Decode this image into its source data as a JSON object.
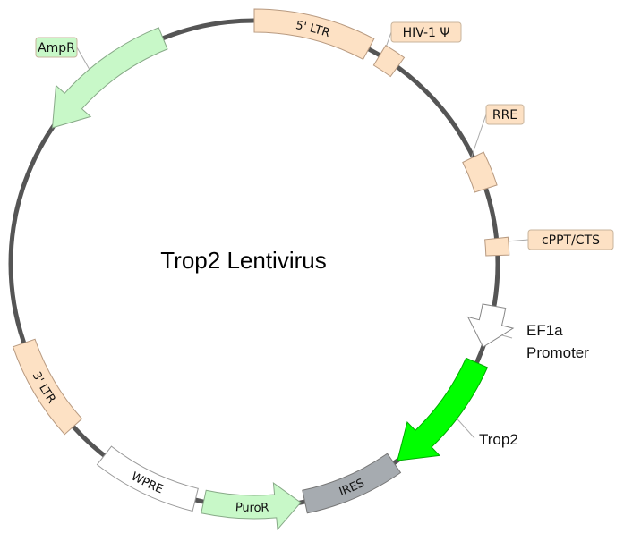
{
  "title": "Trop2 Lentivirus",
  "features": [
    {
      "label": "5' LTR",
      "type": "LTR",
      "color": "#fde1c4"
    },
    {
      "label": "HIV-1 Ψ",
      "type": "packaging signal",
      "color": "#fde1c4"
    },
    {
      "label": "RRE",
      "type": "misc",
      "color": "#fde1c4"
    },
    {
      "label": "cPPT/CTS",
      "type": "misc",
      "color": "#fde1c4"
    },
    {
      "label": "EF1a",
      "label2": "Promoter",
      "type": "promoter",
      "color": "#ffffff"
    },
    {
      "label": "Trop2",
      "type": "CDS",
      "color": "#00ff00"
    },
    {
      "label": "IRES",
      "type": "misc",
      "color": "#a6abb0"
    },
    {
      "label": "PuroR",
      "type": "CDS",
      "color": "#c8f8c8"
    },
    {
      "label": "WPRE",
      "type": "misc",
      "color": "#ffffff"
    },
    {
      "label": "3' LTR",
      "type": "LTR",
      "color": "#fde1c4"
    },
    {
      "label": "AmpR",
      "type": "CDS",
      "color": "#c8f8c8"
    }
  ],
  "backbone_color": "#555555"
}
